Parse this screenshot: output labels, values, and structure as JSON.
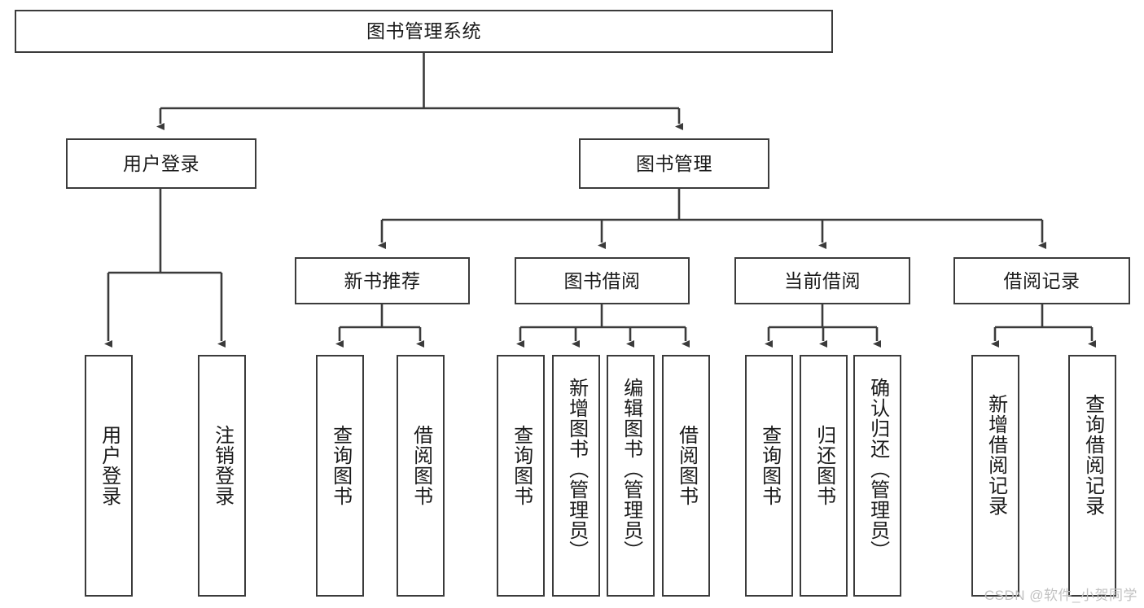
{
  "diagram": {
    "title": "图书管理系统",
    "type": "tree-hierarchy",
    "watermark": "CSDN @软件_小贺同学",
    "colors": {
      "border": "#3b3b3b",
      "text": "#1a1a1a",
      "background": "#ffffff",
      "connector": "#3b3b3b",
      "watermark": "#c2c2c2"
    },
    "root": {
      "label": "图书管理系统"
    },
    "level2": [
      {
        "label": "用户登录"
      },
      {
        "label": "图书管理"
      }
    ],
    "level3": [
      {
        "label": "新书推荐"
      },
      {
        "label": "图书借阅"
      },
      {
        "label": "当前借阅"
      },
      {
        "label": "借阅记录"
      }
    ],
    "leaves": {
      "user_login": [
        {
          "label": "用户登录"
        },
        {
          "label": "注销登录"
        }
      ],
      "new_book_recommend": [
        {
          "label": "查询图书"
        },
        {
          "label": "借阅图书"
        }
      ],
      "book_borrow": [
        {
          "label": "查询图书"
        },
        {
          "label": "新增图书（管理员）"
        },
        {
          "label": "编辑图书（管理员）"
        },
        {
          "label": "借阅图书"
        }
      ],
      "current_borrow": [
        {
          "label": "查询图书"
        },
        {
          "label": "归还图书"
        },
        {
          "label": "确认归还（管理员）"
        }
      ],
      "borrow_record": [
        {
          "label": "新增借阅记录"
        },
        {
          "label": "查询借阅记录"
        }
      ]
    }
  }
}
